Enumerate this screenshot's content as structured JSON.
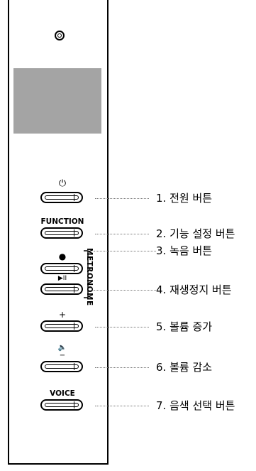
{
  "panel": {
    "labels": {
      "function": "FUNCTION",
      "voice": "VOICE",
      "metronome": "METRONOME"
    },
    "symbols": {
      "power": "⏻",
      "record": "●",
      "play_pause": "▶II",
      "plus": "+",
      "speaker": "🔈",
      "minus": "−"
    },
    "display_color": "#a4a4a4"
  },
  "callouts": [
    "1. 전원 버튼",
    "2. 기능 설정 버튼",
    "3. 녹음 버튼",
    "4. 재생정지 버튼",
    "5. 볼륨 증가",
    "6. 볼륨 감소",
    "7. 음색 선택 버튼"
  ]
}
